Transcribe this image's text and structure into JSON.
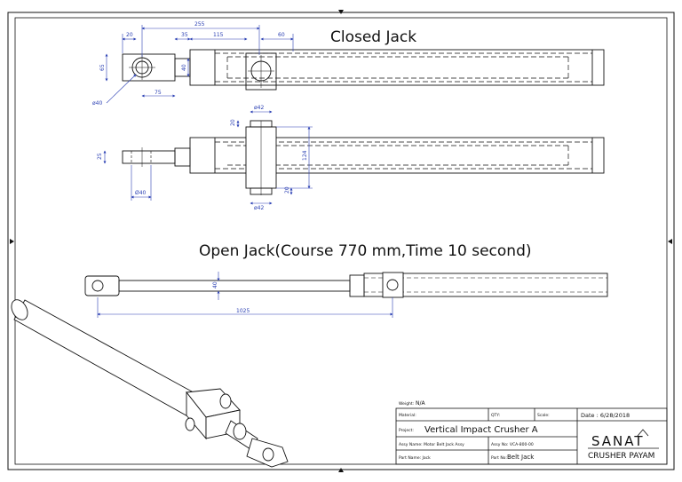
{
  "titles": {
    "closed": "Closed Jack",
    "open": "Open Jack(Course 770 mm,Time 10 second)"
  },
  "dimensions": {
    "d20": "20",
    "d255": "255",
    "d35": "35",
    "d115": "115",
    "d60": "60",
    "d65": "65",
    "d40_eye": "40",
    "d75": "75",
    "phi40_eye": "ø40",
    "phi42_top": "ø42",
    "d20_top": "20",
    "d25": "25",
    "d124": "124",
    "d20_bot": "20",
    "phi40_side": "Ø40",
    "phi42_bot": "ø42",
    "d40_open": "40",
    "d1025": "1025"
  },
  "title_block": {
    "weight_label": "Weight:",
    "weight_value": "N/A",
    "material_label": "Material:",
    "qty_label": "QTY:",
    "scale_label": "Scale:",
    "date": "Date : 6/28/2018",
    "project_label": "Project:",
    "project_value": "Vertical Impact Crusher A",
    "assy_name": "Assy Name: Motor Belt Jack Assy",
    "assy_no": "Assy No: VCA-800-00",
    "part_name": "Part Name: Jack",
    "part_no_label": "Part No:",
    "part_no_value": "Belt Jack",
    "logo_text": "SANAT",
    "company": "CRUSHER PAYAM"
  },
  "colors": {
    "line": "#111111",
    "dimension": "#2a3fb3"
  }
}
